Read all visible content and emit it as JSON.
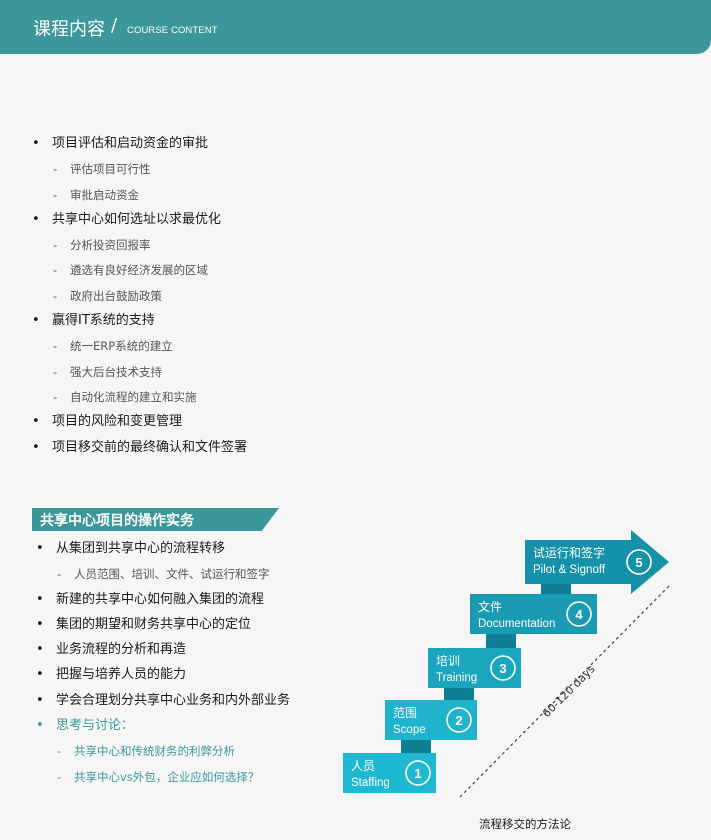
{
  "header": {
    "title": "课程内容",
    "slash": "/",
    "subtitle": "COURSE CONTENT"
  },
  "section1": {
    "items": [
      {
        "level": 1,
        "text": "项目评估和启动资金的审批"
      },
      {
        "level": 2,
        "text": "评估项目可行性"
      },
      {
        "level": 2,
        "text": "审批启动资金"
      },
      {
        "level": 1,
        "text": "共享中心如何选址以求最优化"
      },
      {
        "level": 2,
        "text": "分析投资回报率"
      },
      {
        "level": 2,
        "text": "遴选有良好经济发展的区域"
      },
      {
        "level": 2,
        "text": "政府出台鼓励政策"
      },
      {
        "level": 1,
        "text": "赢得IT系统的支持"
      },
      {
        "level": 2,
        "text": "统一ERP系统的建立"
      },
      {
        "level": 2,
        "text": "强大后台技术支持"
      },
      {
        "level": 2,
        "text": "自动化流程的建立和实施"
      },
      {
        "level": 1,
        "text": "项目的风险和变更管理"
      },
      {
        "level": 1,
        "text": "项目移交前的最终确认和文件签署"
      }
    ]
  },
  "section2": {
    "title": "共享中心项目的操作实务",
    "items": [
      {
        "level": 1,
        "text": "从集团到共享中心的流程转移"
      },
      {
        "level": 2,
        "text": "人员范围、培训、文件、试运行和签字"
      },
      {
        "level": 1,
        "text": "新建的共享中心如何融入集团的流程"
      },
      {
        "level": 1,
        "text": "集团的期望和财务共享中心的定位"
      },
      {
        "level": 1,
        "text": "业务流程的分析和再造"
      },
      {
        "level": 1,
        "text": "把握与培养人员的能力"
      },
      {
        "level": 1,
        "text": "学会合理划分共享中心业务和内外部业务"
      },
      {
        "level": 1,
        "text": "思考与讨论：",
        "teal": true
      },
      {
        "level": 2,
        "text": "共享中心和传统财务的利弊分析",
        "teal": true
      },
      {
        "level": 2,
        "text": "共享中心vs外包，企业应如何选择？",
        "teal": true
      }
    ]
  },
  "diagram": {
    "steps": [
      {
        "num": "1",
        "cn": "人员",
        "en": "Staffing",
        "color": "#1fb8d2"
      },
      {
        "num": "2",
        "cn": "范围",
        "en": "Scope",
        "color": "#1fb3cd"
      },
      {
        "num": "3",
        "cn": "培训",
        "en": "Training",
        "color": "#1ba6c0"
      },
      {
        "num": "4",
        "cn": "文件",
        "en": "Documentation",
        "color": "#1a9bb3"
      },
      {
        "num": "5",
        "cn": "试运行和签字",
        "en": "Pilot & Signoff",
        "color": "#1591a9"
      }
    ],
    "duration_label": "60-120 days",
    "caption": "流程移交的方法论"
  }
}
